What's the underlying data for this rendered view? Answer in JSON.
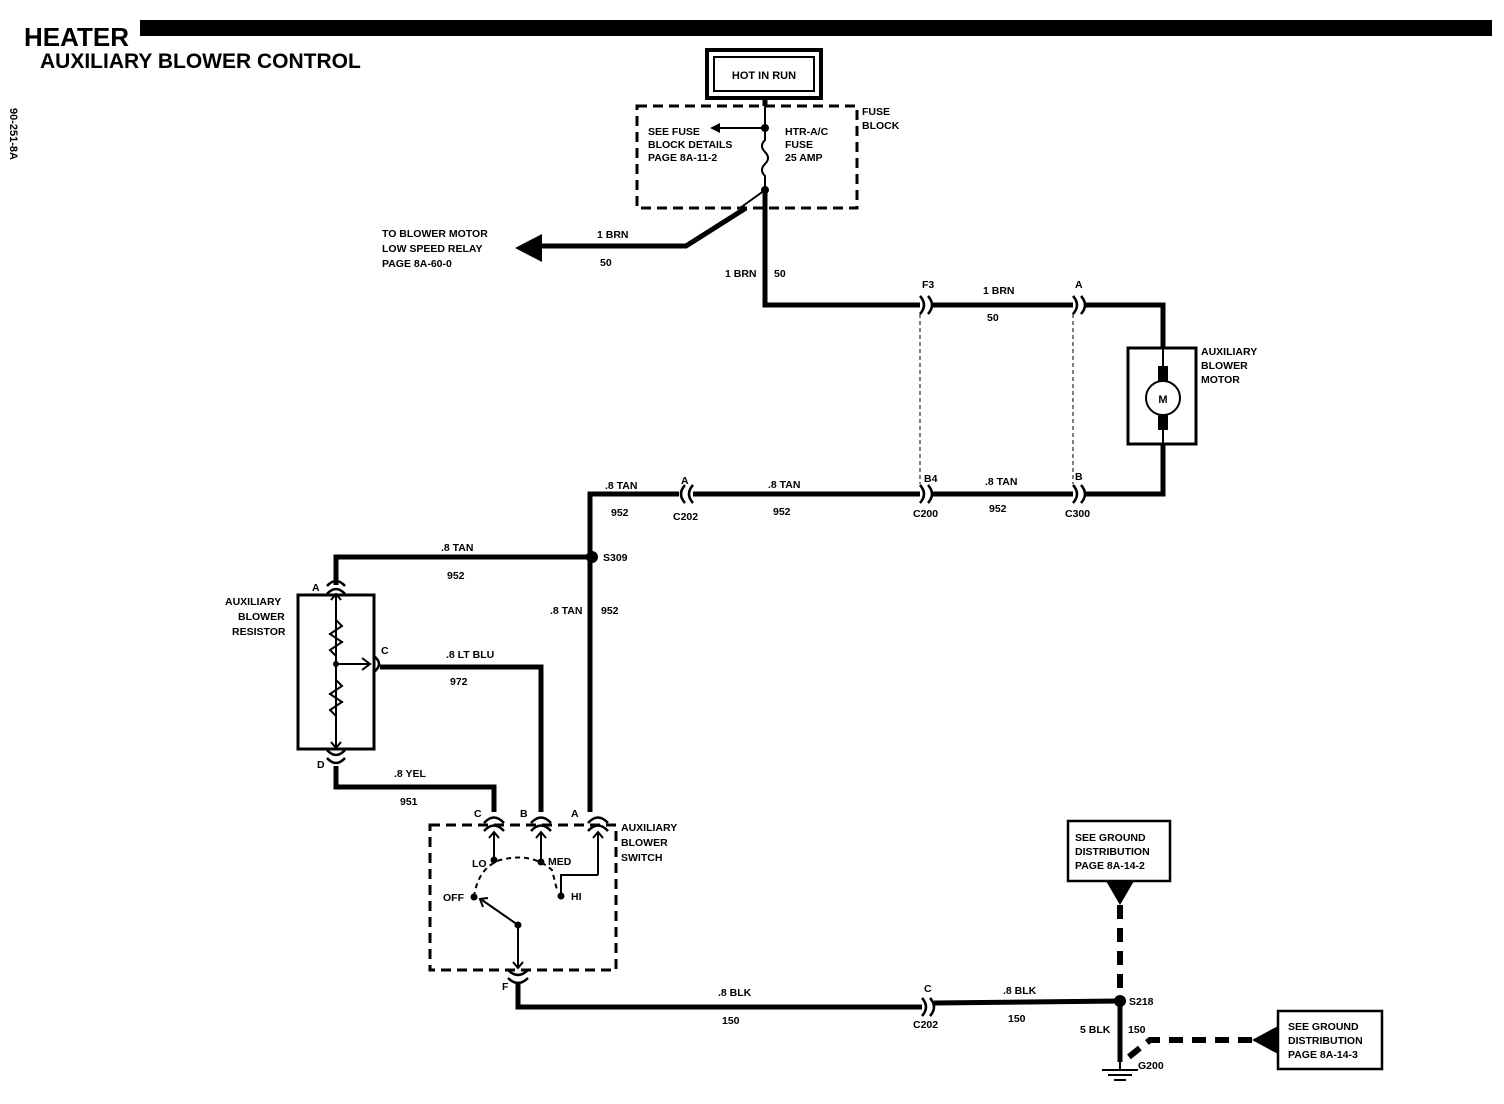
{
  "header": {
    "title": "HEATER",
    "subtitle": "AUXILIARY BLOWER CONTROL",
    "page_id": "90-251-8A"
  },
  "power": {
    "hot_in_run": "HOT IN RUN",
    "fuse_block_label": [
      "FUSE",
      "BLOCK"
    ],
    "fuse_ref": [
      "SEE FUSE",
      "BLOCK DETAILS",
      "PAGE 8A-11-2"
    ],
    "fuse": [
      "HTR-A/C",
      "FUSE",
      "25 AMP"
    ]
  },
  "blower_relay_ref": [
    "TO BLOWER MOTOR",
    "LOW SPEED RELAY",
    "PAGE 8A-60-0"
  ],
  "components": {
    "motor": [
      "AUXILIARY",
      "BLOWER",
      "MOTOR"
    ],
    "motor_symbol": "M",
    "resistor": [
      "AUXILIARY",
      "BLOWER",
      "RESISTOR"
    ],
    "switch": [
      "AUXILIARY",
      "BLOWER",
      "SWITCH"
    ]
  },
  "switch_positions": {
    "lo": "LO",
    "med": "MED",
    "hi": "HI",
    "off": "OFF"
  },
  "ground_refs": {
    "upper": [
      "SEE GROUND",
      "DISTRIBUTION",
      "PAGE 8A-14-2"
    ],
    "right": [
      "SEE GROUND",
      "DISTRIBUTION",
      "PAGE 8A-14-3"
    ]
  },
  "wires": {
    "to_relay": {
      "color": "1 BRN",
      "circuit": "50"
    },
    "fuse_down": {
      "color": "1 BRN",
      "circuit": "50"
    },
    "to_motor": {
      "color": "1 BRN",
      "circuit": "50"
    },
    "tan_c202_left": {
      "color": ".8 TAN",
      "circuit": "952"
    },
    "tan_mid": {
      "color": ".8 TAN",
      "circuit": "952"
    },
    "tan_right": {
      "color": ".8 TAN",
      "circuit": "952"
    },
    "tan_resistor": {
      "color": ".8 TAN",
      "circuit": "952"
    },
    "tan_vertical": {
      "color": ".8 TAN",
      "circuit": "952"
    },
    "lt_blu": {
      "color": ".8 LT BLU",
      "circuit": "972"
    },
    "yel": {
      "color": ".8 YEL",
      "circuit": "951"
    },
    "blk_left": {
      "color": ".8 BLK",
      "circuit": "150"
    },
    "blk_right": {
      "color": ".8 BLK",
      "circuit": "150"
    },
    "ground_drop": {
      "color": "5 BLK",
      "circuit": "150"
    }
  },
  "connectors": {
    "f3": "F3",
    "a_motor": "A",
    "b4": "B4",
    "b_motor": "B",
    "a_c202": "A",
    "c202_top": "C202",
    "c200": "C200",
    "c300": "C300",
    "s309": "S309",
    "res_a": "A",
    "res_c": "C",
    "res_d": "D",
    "sw_c": "C",
    "sw_b": "B",
    "sw_a": "A",
    "sw_f": "F",
    "c_c202": "C",
    "c202_bottom": "C202",
    "s218": "S218",
    "g200": "G200"
  }
}
